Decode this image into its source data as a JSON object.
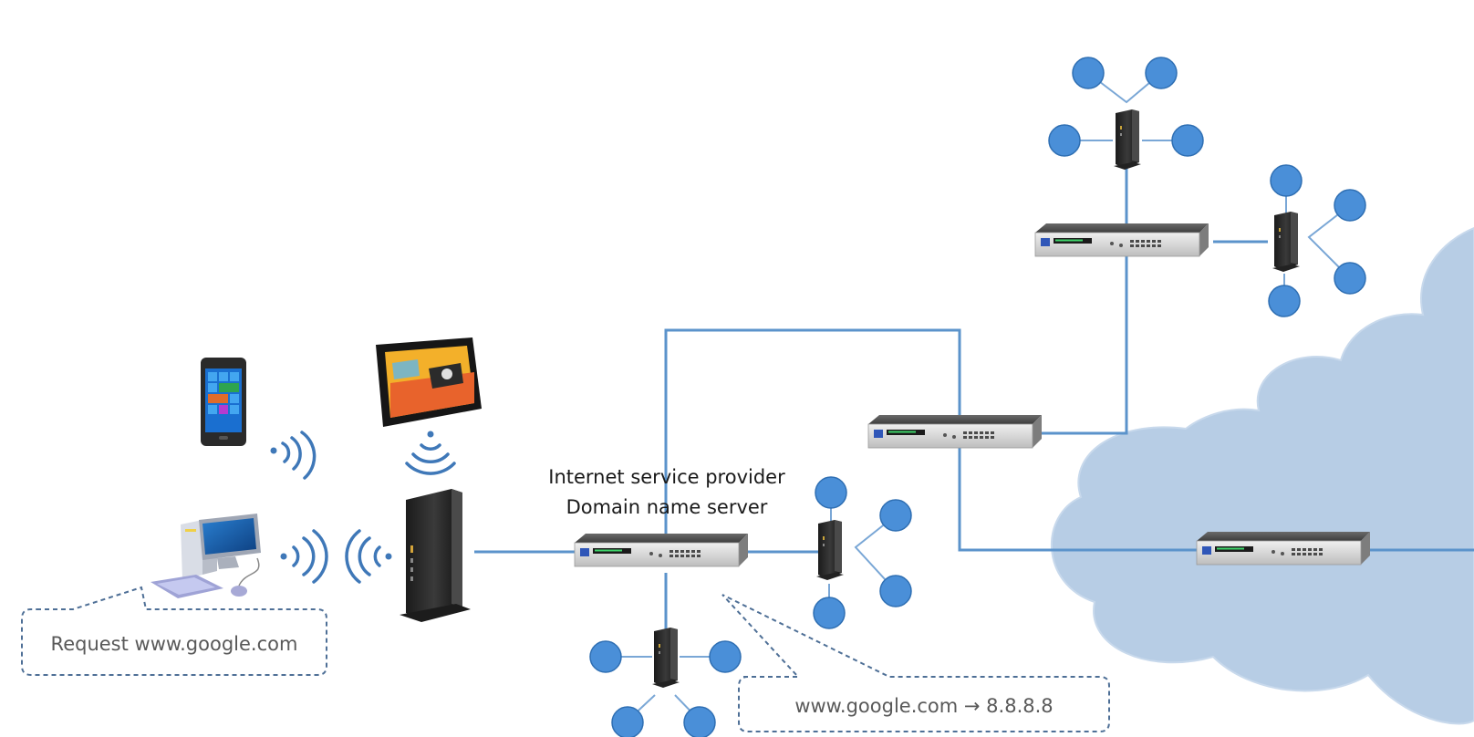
{
  "labels": {
    "isp_line1": "Internet service provider",
    "isp_line2": "Domain name server",
    "callout_request": "Request www.google.com",
    "callout_dns": "www.google.com → 8.8.8.8"
  },
  "colors": {
    "link": "#5b93cb",
    "node": "#4a8fd8",
    "node_stroke": "#2f6fb3",
    "cloud": "#b7cde5",
    "callout_border": "#4e6f96",
    "callout_text": "#595959"
  },
  "icons": {
    "phone": "smartphone-icon",
    "tablet": "tablet-icon",
    "desktop": "desktop-computer-icon",
    "wifi": "wifi-signal-icon",
    "router": "wireless-router-icon",
    "switch": "network-switch-icon",
    "cloud": "cloud-icon"
  }
}
